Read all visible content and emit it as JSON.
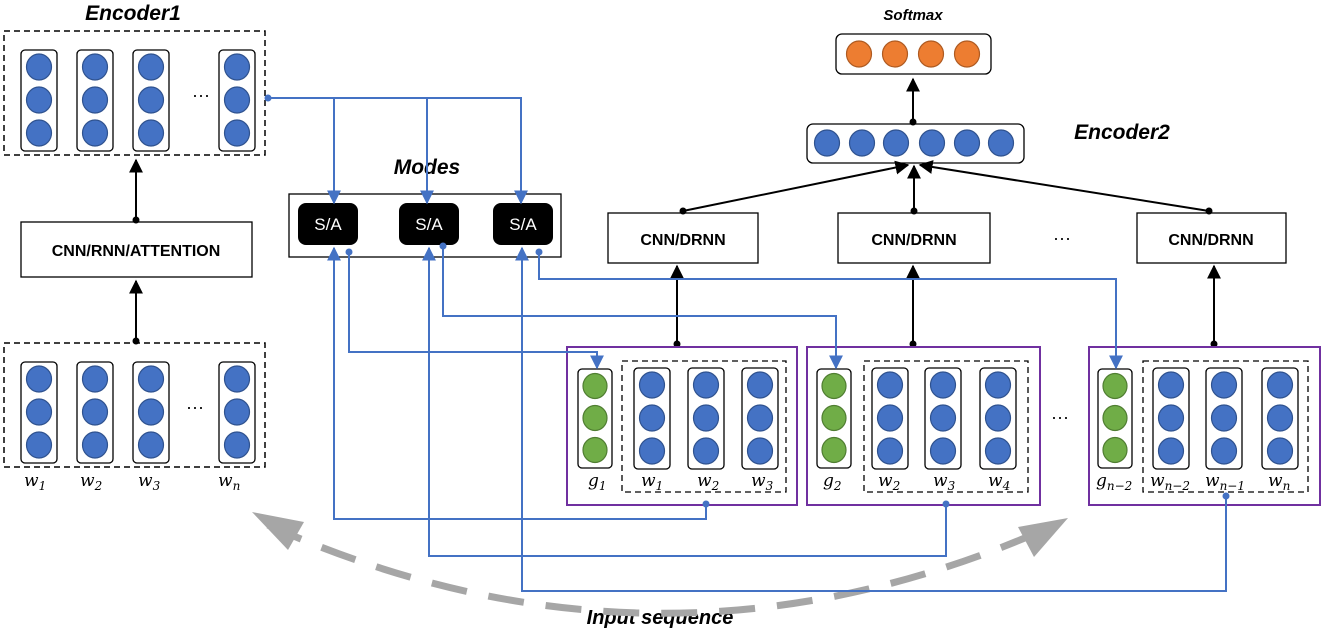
{
  "titles": {
    "encoder1": "Encoder1",
    "encoder2": "Encoder2",
    "modes": "Modes",
    "softmax": "Softmax",
    "input_sequence": "Input sequence"
  },
  "boxes": {
    "cnn_rnn_attention": "CNN/RNN/ATTENTION",
    "cnn_drnn": "CNN/DRNN"
  },
  "modes": [
    "S/A",
    "S/A",
    "S/A"
  ],
  "ellipsis": "···",
  "input_words": {
    "encoder1": [
      {
        "base": "w",
        "sub": "1"
      },
      {
        "base": "w",
        "sub": "2"
      },
      {
        "base": "w",
        "sub": "3"
      },
      {
        "base": "w",
        "sub": "n"
      }
    ],
    "group1": [
      {
        "base": "g",
        "sub": "1"
      },
      {
        "base": "w",
        "sub": "1"
      },
      {
        "base": "w",
        "sub": "2"
      },
      {
        "base": "w",
        "sub": "3"
      }
    ],
    "group2": [
      {
        "base": "g",
        "sub": "2"
      },
      {
        "base": "w",
        "sub": "2"
      },
      {
        "base": "w",
        "sub": "3"
      },
      {
        "base": "w",
        "sub": "4"
      }
    ],
    "group3": [
      {
        "base": "g",
        "sub": "n−2"
      },
      {
        "base": "w",
        "sub": "n−2"
      },
      {
        "base": "w",
        "sub": "n−1"
      },
      {
        "base": "w",
        "sub": "n"
      }
    ]
  },
  "colors": {
    "word_node": "#4472c4",
    "gate_node": "#70ad47",
    "softmax_node": "#ed7d31",
    "connector": "#4472c4",
    "group_border": "#7030a0",
    "mode_fill": "#000000",
    "input_arrow": "#a6a6a6"
  }
}
